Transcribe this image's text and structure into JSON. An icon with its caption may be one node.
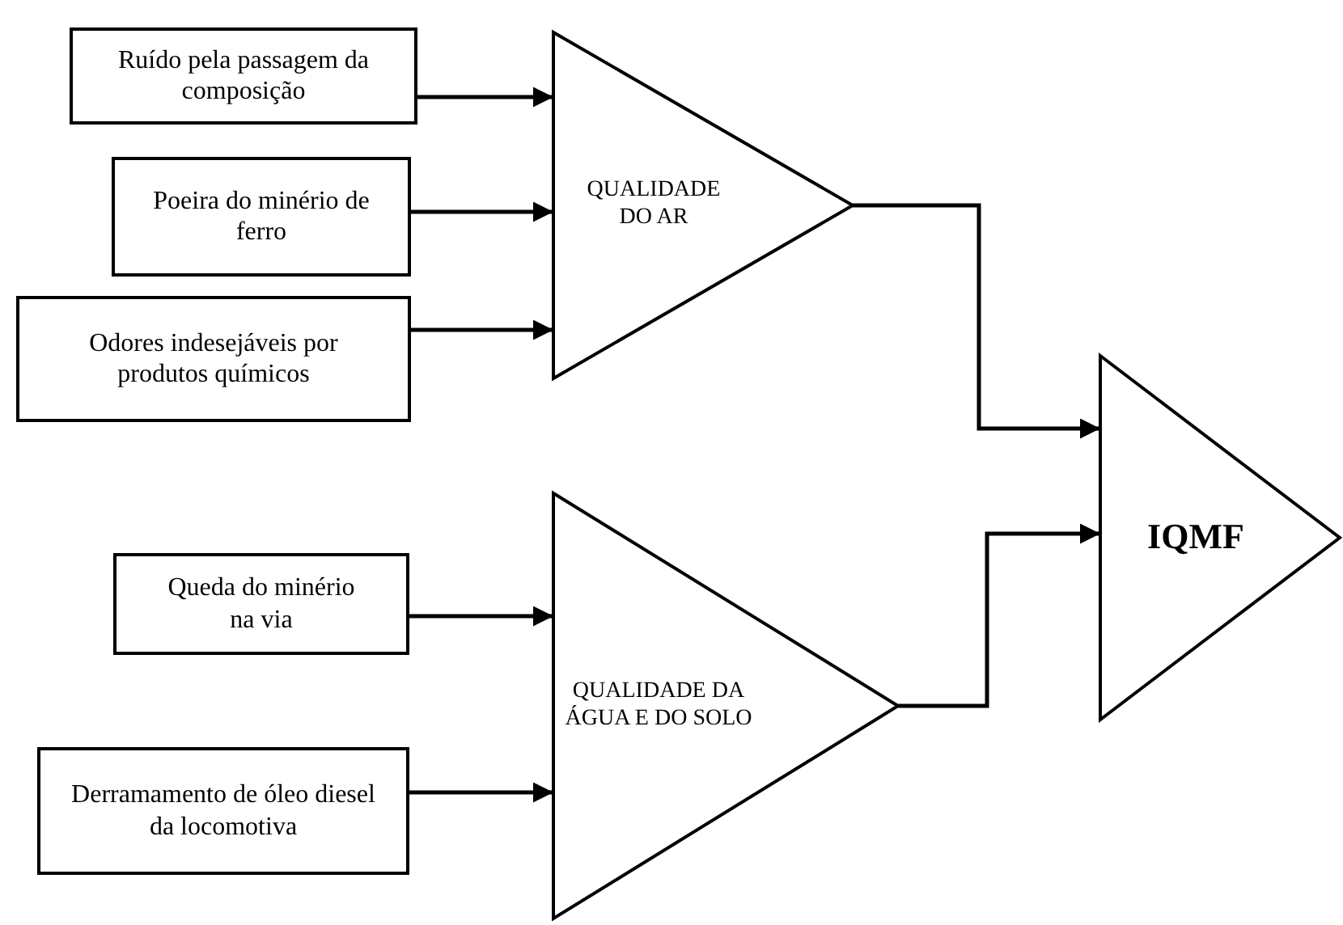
{
  "diagram": {
    "nodes": [
      {
        "text": [
          "Ruído pela passagem da composição"
        ]
      },
      {
        "text": [
          "Poeira do minério de ferro"
        ]
      },
      {
        "text": [
          "Odores indesejáveis por produtos químicos"
        ]
      },
      {
        "text": [
          "QUALIDADE DO AR"
        ]
      },
      {
        "text": [
          "Queda do minério na via"
        ]
      },
      {
        "text": [
          "Derramamento de óleo diesel da locomotiva"
        ]
      },
      {
        "text": [
          "QUALIDADE DA ÁGUA E DO SOLO"
        ]
      },
      {
        "text": [
          "IQMF"
        ]
      }
    ],
    "edges": [
      {
        "from": 0,
        "to": 3,
        "arrow": "to"
      },
      {
        "from": 1,
        "to": 3,
        "arrow": "to"
      },
      {
        "from": 2,
        "to": 3,
        "arrow": "to"
      },
      {
        "from": 4,
        "to": 6,
        "arrow": "to"
      },
      {
        "from": 5,
        "to": 6,
        "arrow": "to"
      },
      {
        "from": 3,
        "to": 7,
        "arrow": "to"
      },
      {
        "from": 6,
        "to": 7,
        "arrow": "to"
      }
    ]
  }
}
